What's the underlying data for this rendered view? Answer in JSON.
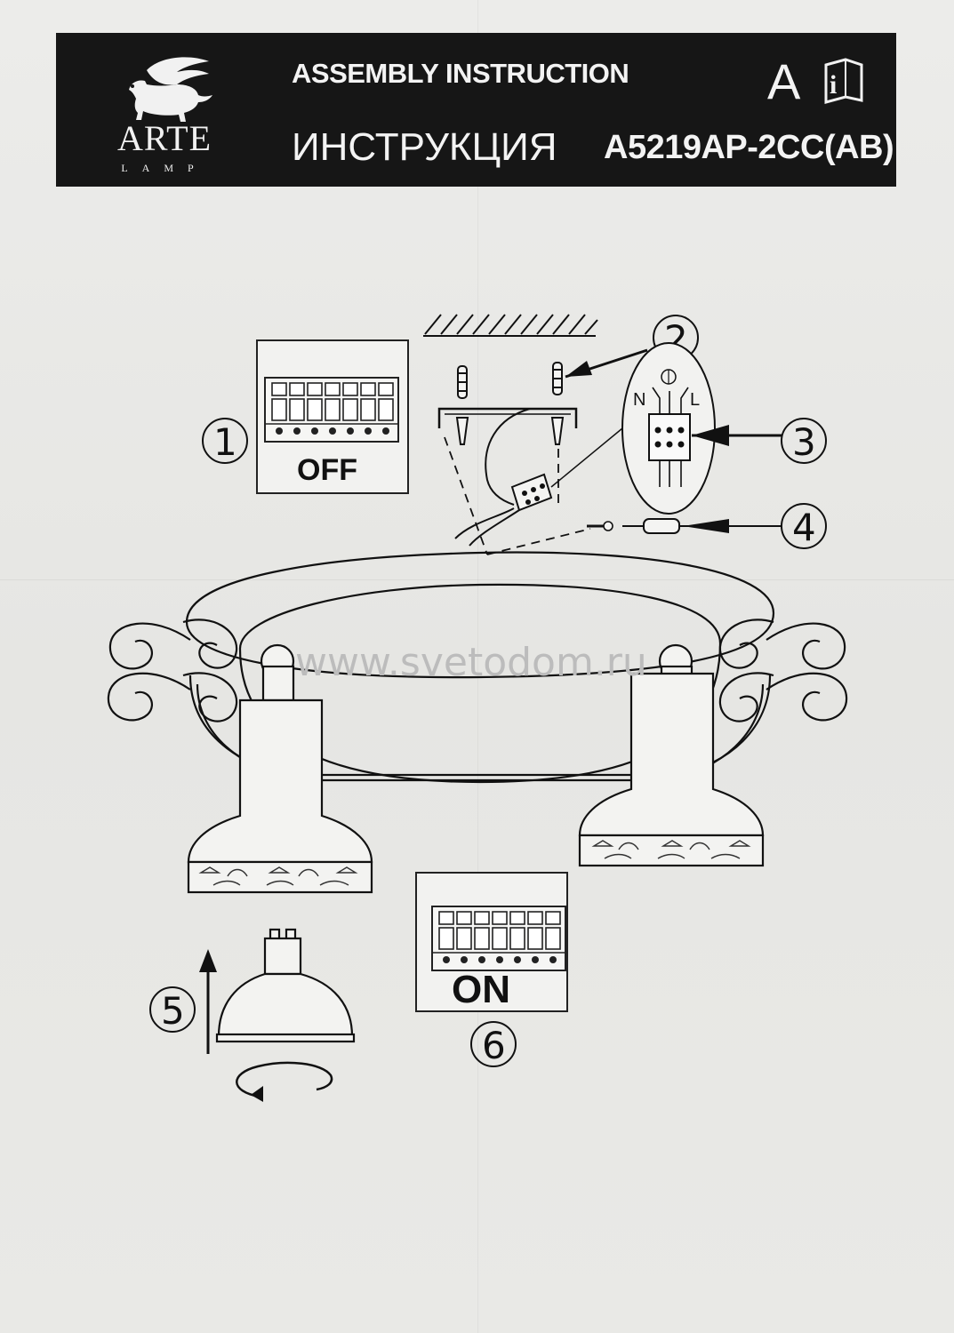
{
  "header": {
    "brand_name": "ARTE",
    "brand_sub": "LAMP",
    "title_en": "ASSEMBLY INSTRUCTION",
    "title_ru": "ИНСТРУКЦИЯ",
    "model": "A5219AP-2CC(AB)",
    "lang_letter": "A",
    "info_icon": "instruction-book-icon"
  },
  "diagram": {
    "step_numbers": [
      "1",
      "2",
      "3",
      "4",
      "5",
      "6"
    ],
    "switch_off_label": "OFF",
    "switch_on_label": "ON",
    "terminal_labels": {
      "neutral": "N",
      "live": "L"
    },
    "watermark": "www.svetodom.ru"
  }
}
